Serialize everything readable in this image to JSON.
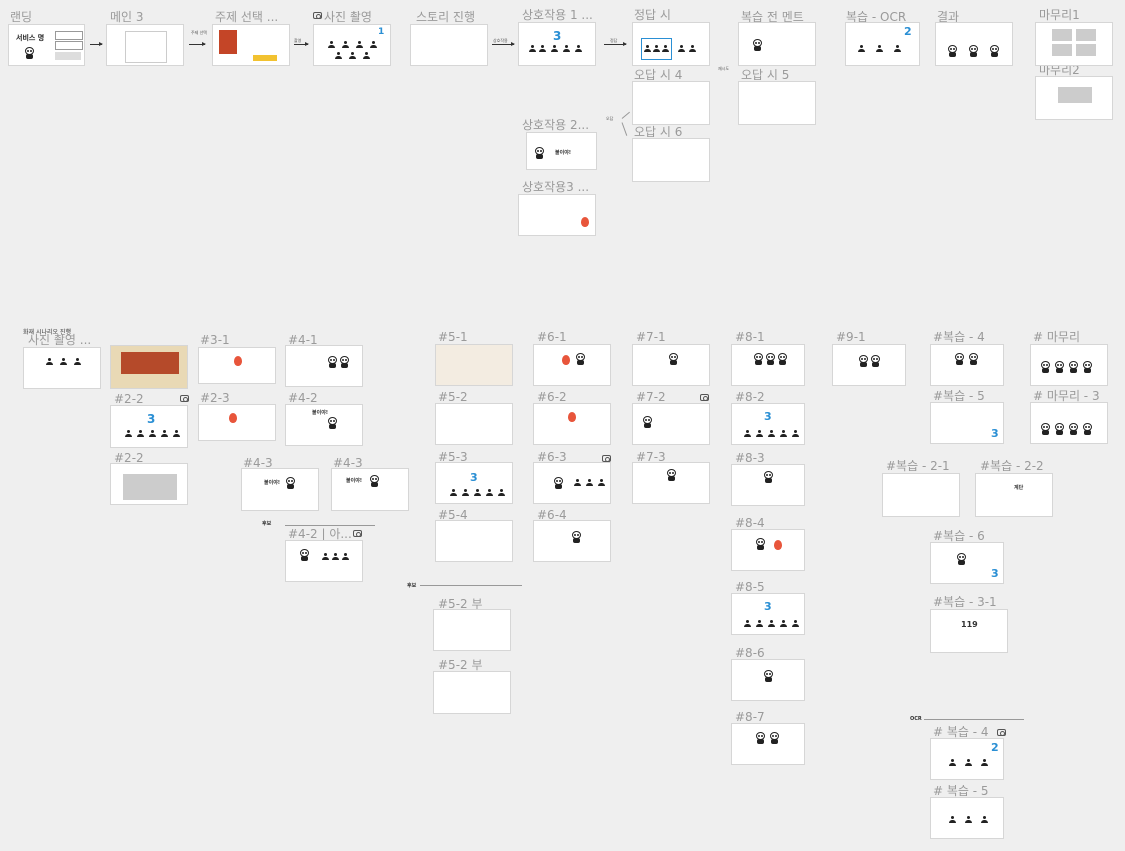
{
  "canvas": {
    "top": {
      "landing": "랜딩",
      "main": "메인 3",
      "topic": "주제 선택 ...",
      "photo": "사진 촬영",
      "story": "스토리 진행",
      "inter1": "상호작용 1 ...",
      "correct": "정답 시",
      "wrong4": "오답 시 4",
      "wrong5": "오답 시 5",
      "wrong6": "오답 시 6",
      "review_comment": "복습 전 멘트",
      "review_ocr": "복습 - OCR",
      "result": "결과",
      "finish1": "마무리1",
      "finish2": "마무리2",
      "inter2": "상호작용 2...",
      "inter3": "상호작용3 ..."
    },
    "landing_title": "서비스 명",
    "edges": {
      "topic_select": "주제 선택",
      "photo": "촬영",
      "interact": "상호작용",
      "correct": "정답",
      "wrong": "오답",
      "retry": "재시도"
    },
    "bottom": {
      "scenario": "화재 시나리오 진행",
      "photo": "사진 촬영 ...",
      "f3_1": "#3-1",
      "f4_1": "#4-1",
      "f2_2": "#2-2",
      "f2_3": "#2-3",
      "f4_2": "#4-2",
      "f2_2b": "#2-2",
      "f4_3": "#4-3",
      "f4_3b": "#4-3",
      "f4_2b": "#4-2 | 아...",
      "cand": "후보",
      "cand2": "후보",
      "f5_1": "#5-1",
      "f5_2": "#5-2",
      "f5_3": "#5-3",
      "f5_4": "#5-4",
      "f5_2s1": "#5-2 부",
      "f5_2s2": "#5-2 부",
      "f6_1": "#6-1",
      "f6_2": "#6-2",
      "f6_3": "#6-3",
      "f6_4": "#6-4",
      "f7_1": "#7-1",
      "f7_2": "#7-2",
      "f7_3": "#7-3",
      "f8_1": "#8-1",
      "f8_2": "#8-2",
      "f8_3": "#8-3",
      "f8_4": "#8-4",
      "f8_5": "#8-5",
      "f8_6": "#8-6",
      "f8_7": "#8-7",
      "f9_1": "#9-1",
      "r4": "#복습 - 4",
      "r5": "#복습 - 5",
      "r2_1": "#복습 - 2-1",
      "r2_2": "#복습 - 2-2",
      "r6": "#복습 - 6",
      "r3_1": "#복습 - 3-1",
      "ocr": "OCR",
      "r4b": "# 복습 - 4",
      "r5b": "# 복습 - 5",
      "fin": "# 마무리",
      "fin3": "# 마무리 - 3"
    },
    "frame_text": {
      "fire_text": "불이야!",
      "stairs": "계단",
      "n119": "119",
      "dark": "불이야!"
    },
    "big_number": "3",
    "two": "2",
    "one": "1"
  }
}
